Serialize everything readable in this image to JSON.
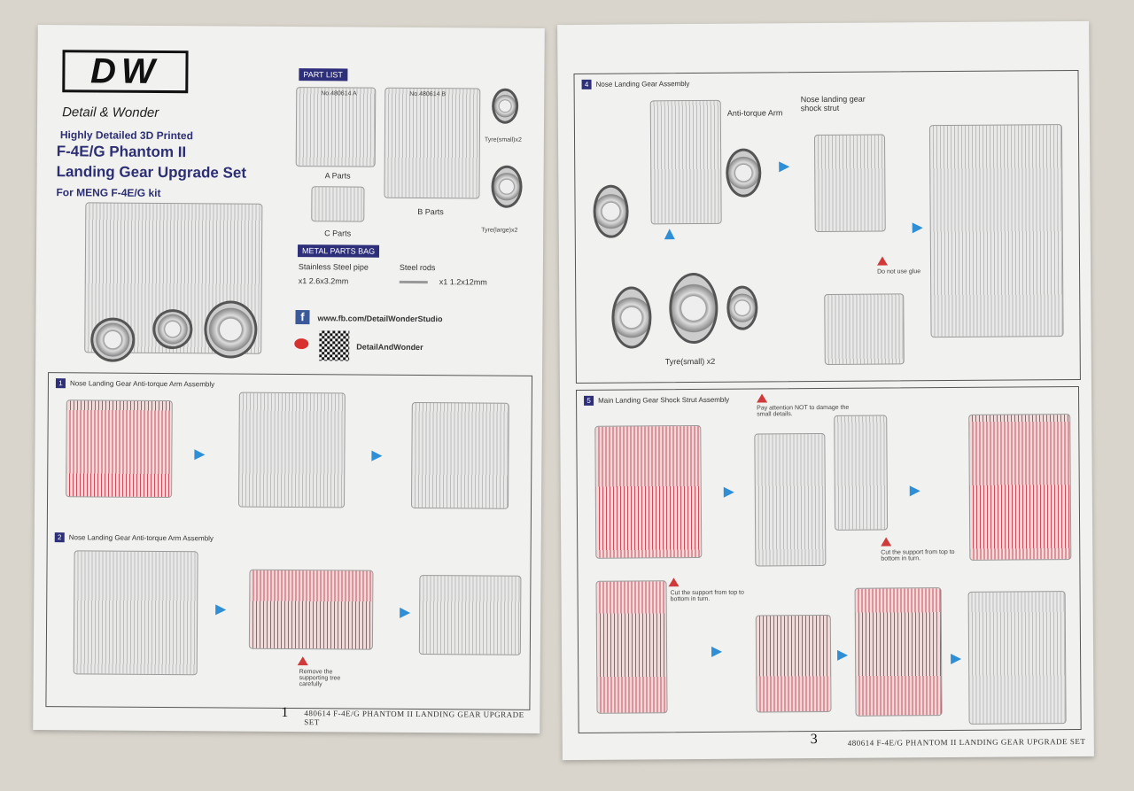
{
  "left": {
    "logo": {
      "letters": "DW",
      "brand": "Detail & Wonder"
    },
    "subtitle": "Highly Detailed 3D Printed",
    "title1": "F-4E/G Phantom II",
    "title2": "Landing Gear Upgrade Set",
    "kit": "For MENG F-4E/G kit",
    "part_list": {
      "header": "PART LIST",
      "a_no": "No.480614  A",
      "b_no": "No.480614  B",
      "a": "A Parts",
      "b": "B Parts",
      "c": "C Parts",
      "tyre_small": "Tyre(small)x2",
      "tyre_large": "Tyre(large)x2"
    },
    "metal": {
      "header": "METAL PARTS BAG",
      "pipe": "Stainless Steel pipe",
      "pipe_qty": "x1  2.6x3.2mm",
      "rods": "Steel rods",
      "rods_qty": "x1  1.2x12mm"
    },
    "social": {
      "fb": "www.fb.com/DetailWonderStudio",
      "weibo": "DetailAndWonder"
    },
    "step1": {
      "num": "1",
      "title": "Nose Landing Gear Anti-torque Arm Assembly"
    },
    "step2": {
      "num": "2",
      "title": "Nose Landing Gear Anti-torque Arm Assembly",
      "warning": "Remove the supporting tree carefully"
    },
    "page": "1",
    "footer": "480614  F-4E/G PHANTOM II LANDING GEAR UPGRADE SET"
  },
  "right": {
    "step4": {
      "num": "4",
      "title": "Nose Landing Gear Assembly",
      "arm": "Anti-torque Arm",
      "strut": "Nose landing gear shock strut",
      "glue": "Do not use glue",
      "tyre": "Tyre(small) x2"
    },
    "step5": {
      "num": "5",
      "title": "Main Landing Gear Shock Strut Assembly",
      "attention": "Pay attention NOT to damage the small details.",
      "cut1": "Cut the support from top to bottom in turn.",
      "cut2": "Cut the support from top to bottom in turn."
    },
    "page": "3",
    "footer": "480614  F-4E/G PHANTOM II LANDING GEAR UPGRADE SET"
  }
}
